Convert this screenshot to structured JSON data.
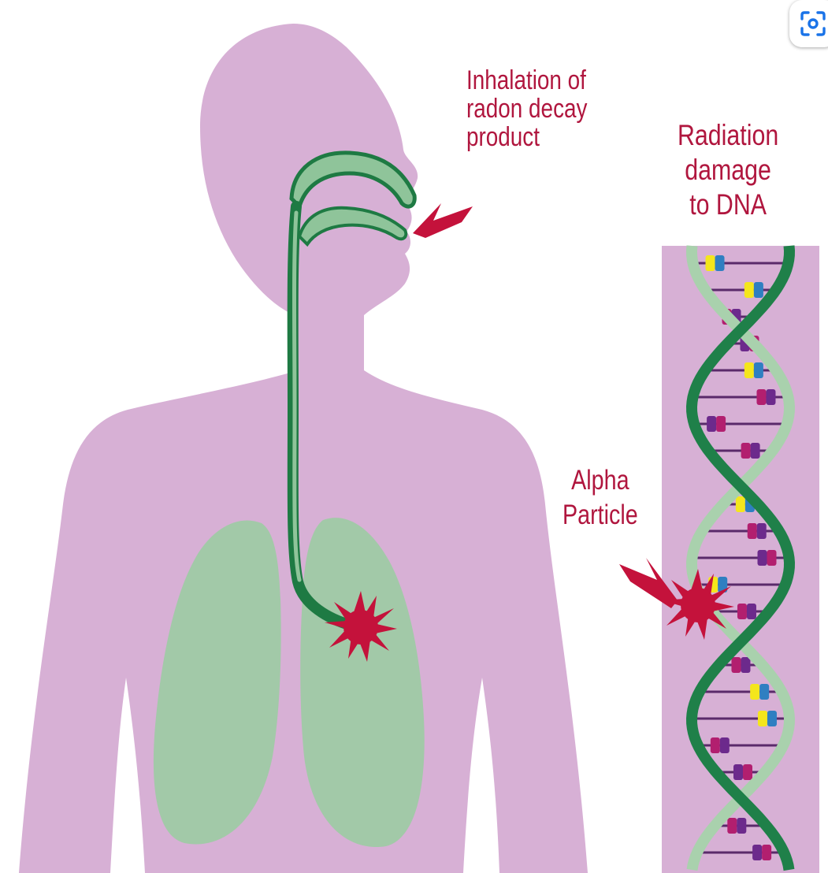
{
  "labels": {
    "inhalation": [
      "Inhalation of",
      "radon decay",
      "product"
    ],
    "radiation": [
      "Radiation",
      "damage",
      "to DNA"
    ],
    "alpha": [
      "Alpha",
      "Particle"
    ]
  },
  "icons": {
    "lens": "visual-search-icon",
    "burst": "alpha-burst-icon",
    "arrow": "pointer-arrow-icon"
  },
  "colors": {
    "body": "#d7b0d5",
    "lung": "#a2c9a8",
    "airway_outline": "#1e7a43",
    "airway_fill": "#8fc49a",
    "label": "#b0163e",
    "burst": "#c4123b",
    "dna_strand_light": "#a9d1ad",
    "dna_strand_dark": "#1f8049",
    "rung": "#5a2a6a",
    "base_yellow": "#f4e61c",
    "base_blue": "#2f7fc1",
    "base_magenta": "#b21f6f",
    "base_purple": "#6c2a8c"
  }
}
